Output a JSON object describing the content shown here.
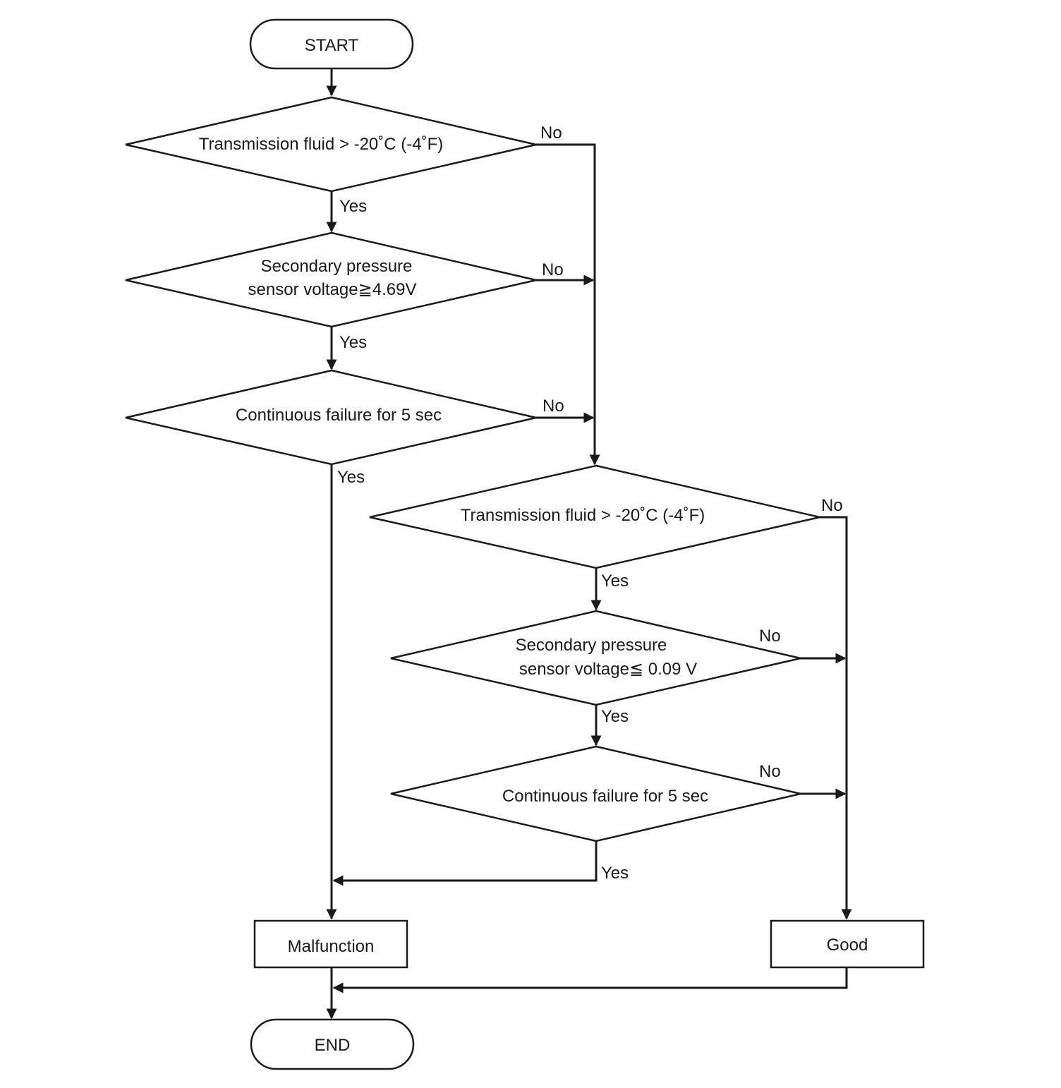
{
  "nodes": {
    "start": "START",
    "d1": "Transmission fluid > -20˚C (-4˚F)",
    "d2_line1": "Secondary pressure",
    "d2_line2": "sensor voltage≧4.69V",
    "d3": "Continuous failure for 5 sec",
    "d4": "Transmission fluid > -20˚C (-4˚F)",
    "d5_line1": "Secondary pressure",
    "d5_line2": "sensor voltage≦ 0.09 V",
    "d6": "Continuous failure for 5 sec",
    "malfunction": "Malfunction",
    "good": "Good",
    "end": "END"
  },
  "edges": {
    "yes": "Yes",
    "no": "No"
  }
}
